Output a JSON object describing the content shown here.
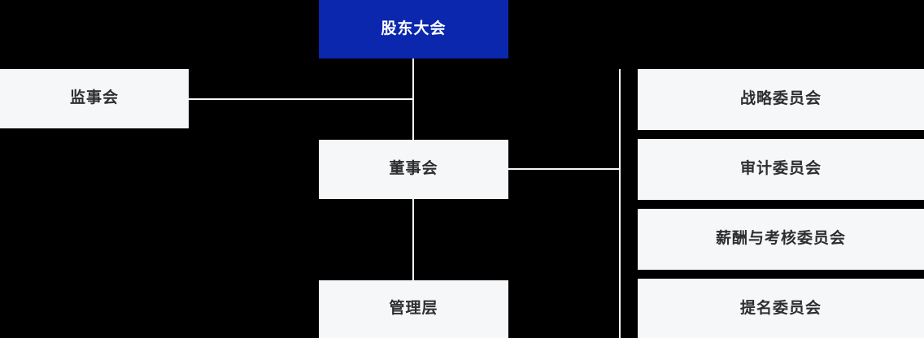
{
  "chart": {
    "type": "org-chart",
    "title": "",
    "background_color": "#000000",
    "accent_color": "#0A27AD",
    "node_color": "#F5F7F9",
    "node_text_color": "#2E2E2E",
    "connector_color": "#F5F7F9"
  },
  "nodes": {
    "shareholders_meeting": "股东大会",
    "board_of_supervisors": "监事会",
    "board_of_directors": "董事会",
    "management": "管理层"
  },
  "committees": [
    {
      "label": "战略委员会"
    },
    {
      "label": "审计委员会"
    },
    {
      "label": "薪酬与考核委员会"
    },
    {
      "label": "提名委员会"
    }
  ]
}
